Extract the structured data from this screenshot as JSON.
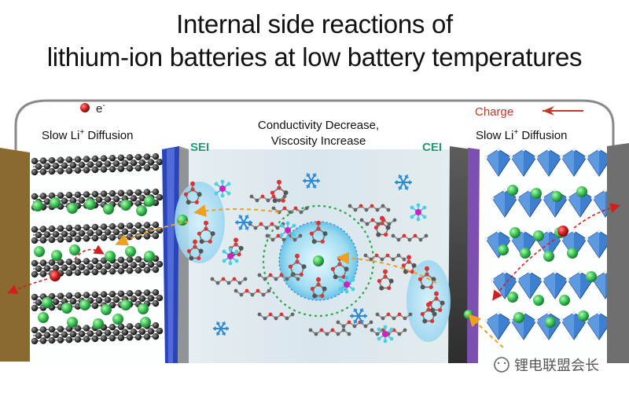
{
  "title": {
    "line1": "Internal side reactions of",
    "line2": "lithium-ion batteries at low battery temperatures"
  },
  "legend": {
    "electron_label": "e",
    "electron_sup": "-"
  },
  "left_label": {
    "text": "Slow Li",
    "sup": "+",
    "suffix": " Diffusion"
  },
  "right_label": {
    "text": "Slow Li",
    "sup": "+",
    "suffix": " Diffusion"
  },
  "sei_label": "SEI",
  "cei_label": "CEI",
  "center_label": {
    "line1": "Conductivity Decrease,",
    "line2": "Viscosity Increase"
  },
  "charge_label": "Charge",
  "watermark": "锂电联盟会长",
  "colors": {
    "sei": "#1e9e6e",
    "cei": "#1e9e6e",
    "charge": "#c0392b",
    "lithium": "#3cc85a",
    "electron": "#d01f1f",
    "anode_collector": "#8a6a2e",
    "cathode_collector": "#6f6f6f",
    "cathode_octahedra": "#3f7fd0",
    "electrolyte": "#dde9ee"
  }
}
